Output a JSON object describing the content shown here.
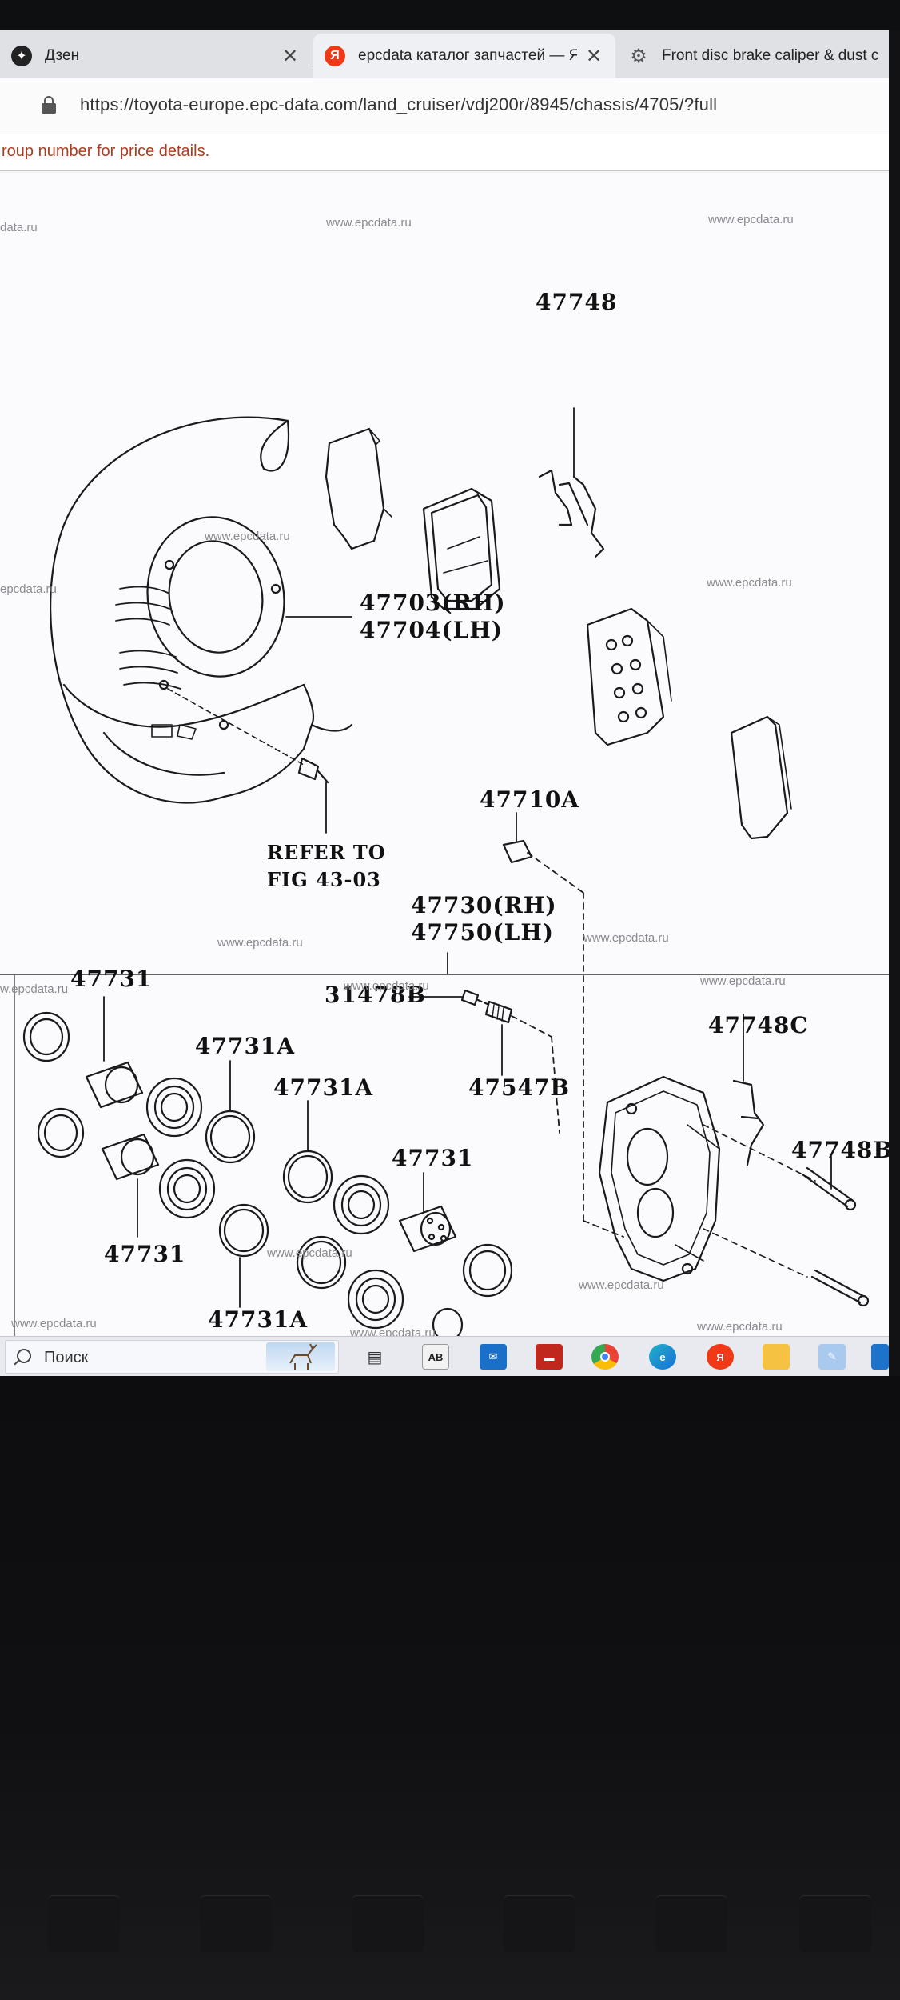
{
  "browser": {
    "tabs": [
      {
        "label": "Дзен",
        "icon": "dzen-icon",
        "close": "✕",
        "active": false
      },
      {
        "label": "epcdata каталог запчастей — Я",
        "icon": "yandex-icon",
        "close": "✕",
        "active": true
      },
      {
        "label": "Front disc brake caliper & dust c",
        "icon": "gear-icon",
        "close": "",
        "active": false
      }
    ],
    "url": "https://toyota-europe.epc-data.com/land_cruiser/vdj200r/8945/chassis/4705/?full"
  },
  "notice": "roup number for price details.",
  "diagram": {
    "watermark": "www.epcdata.ru",
    "watermark_left_top": "data.ru",
    "watermark_left_mid": "epcdata.ru",
    "watermark_left_low": "w.epcdata.ru",
    "watermark_mid_right": "www.epcdata.ru",
    "labels": {
      "p47748": "47748",
      "p47703": "47703(RH)",
      "p47704": "47704(LH)",
      "refer_to": "REFER TO",
      "refer_fig": "FIG 43-03",
      "p47710a": "47710A",
      "p47730": "47730(RH)",
      "p47750": "47750(LH)",
      "p47731_a": "47731",
      "p47731a_a": "47731A",
      "p47731a_b": "47731A",
      "p31478b": "31478B",
      "p47547b": "47547B",
      "p47748c": "47748C",
      "p47731_b": "47731",
      "p47748b": "47748B",
      "p47731_c": "47731",
      "p47731a_c": "47731A"
    }
  },
  "taskbar": {
    "search_placeholder": "Поиск",
    "apps": [
      {
        "name": "task-view-icon",
        "color": "#3a3f4a"
      },
      {
        "name": "dictionary-app-icon",
        "color": "#e9e9e9",
        "text": "AB"
      },
      {
        "name": "mail-icon",
        "color": "#1a6fc9"
      },
      {
        "name": "red-app-icon",
        "color": "#c0271d"
      },
      {
        "name": "chrome-icon",
        "color": "#f2b705"
      },
      {
        "name": "edge-icon",
        "color": "#1a8fd6"
      },
      {
        "name": "yandex-browser-icon",
        "color": "#f03a17",
        "text": "Я"
      },
      {
        "name": "file-explorer-icon",
        "color": "#f5c242"
      },
      {
        "name": "paint-icon",
        "color": "#7fb2e5"
      },
      {
        "name": "settings-app-icon",
        "color": "#1d73c9"
      }
    ]
  }
}
